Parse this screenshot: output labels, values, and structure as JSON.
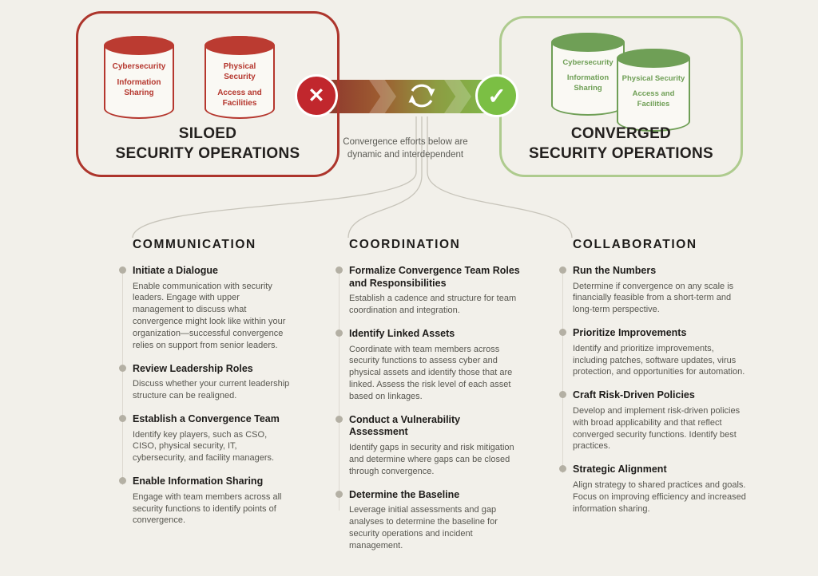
{
  "siloed": {
    "title_line1": "SILOED",
    "title_line2": "SECURITY OPERATIONS",
    "cylinders": [
      {
        "top_label": "Cybersecurity",
        "bottom_label": "Information Sharing"
      },
      {
        "top_label": "Physical Security",
        "bottom_label": "Access and Facilities"
      }
    ]
  },
  "converged": {
    "title_line1": "CONVERGED",
    "title_line2": "SECURITY OPERATIONS",
    "cylinders": [
      {
        "top_label": "Cybersecurity",
        "bottom_label": "Information Sharing"
      },
      {
        "top_label": "Physical Security",
        "bottom_label": "Access and Facilities"
      }
    ]
  },
  "flow": {
    "x_icon": "✕",
    "check_icon": "✓",
    "cycle_icon": "circular-arrows",
    "note_line1": "Convergence efforts below are",
    "note_line2": "dynamic and interdependent"
  },
  "colors": {
    "background": "#f2f0ea",
    "siloed_red_border": "#ad352c",
    "cylinder_red": "#b5372e",
    "x_circle_red": "#c1272d",
    "converged_green_border": "#aecb8e",
    "cylinder_green": "#6f9f56",
    "check_circle_green": "#7bbf44",
    "band_gradient": [
      "#8e382e",
      "#9d5c30",
      "#8d9c42",
      "#7eba4a"
    ],
    "heading_black": "#1e1c1a",
    "body_gray": "#57564f",
    "bullet_gray": "#b4b0a4"
  },
  "columns": [
    {
      "title": "COMMUNICATION",
      "items": [
        {
          "heading": "Initiate a Dialogue",
          "body": "Enable communication with security leaders. Engage with upper management to discuss what convergence might look like within your organization—successful convergence relies on support from senior leaders."
        },
        {
          "heading": "Review Leadership Roles",
          "body": "Discuss whether your current leadership structure can be realigned."
        },
        {
          "heading": "Establish a Convergence Team",
          "body": "Identify key players, such as CSO, CISO, physical security, IT, cybersecurity, and facility managers."
        },
        {
          "heading": "Enable Information Sharing",
          "body": "Engage with team members across all security functions to identify points of convergence."
        }
      ]
    },
    {
      "title": "COORDINATION",
      "items": [
        {
          "heading": "Formalize Convergence Team Roles and Responsibilities",
          "body": "Establish a cadence and structure for team coordination and integration."
        },
        {
          "heading": "Identify Linked Assets",
          "body": "Coordinate with team members across security functions to assess cyber and physical assets and identify those that are linked. Assess the risk level of each asset based on linkages."
        },
        {
          "heading": "Conduct a Vulnerability Assessment",
          "body": "Identify gaps in security and risk mitigation and determine where gaps can be closed through convergence."
        },
        {
          "heading": "Determine the Baseline",
          "body": "Leverage initial assessments and gap analyses to determine the baseline for security operations and incident management."
        }
      ]
    },
    {
      "title": "COLLABORATION",
      "items": [
        {
          "heading": "Run the Numbers",
          "body": "Determine if convergence on any scale is financially feasible from a short-term and long-term perspective."
        },
        {
          "heading": "Prioritize Improvements",
          "body": "Identify and prioritize improvements, including patches, software updates, virus protection, and opportunities for automation."
        },
        {
          "heading": "Craft Risk-Driven Policies",
          "body": "Develop and implement risk-driven policies with broad applicability and that reflect converged security functions. Identify best practices."
        },
        {
          "heading": "Strategic Alignment",
          "body": "Align strategy to shared practices and goals. Focus on improving efficiency and increased information sharing."
        }
      ]
    }
  ]
}
